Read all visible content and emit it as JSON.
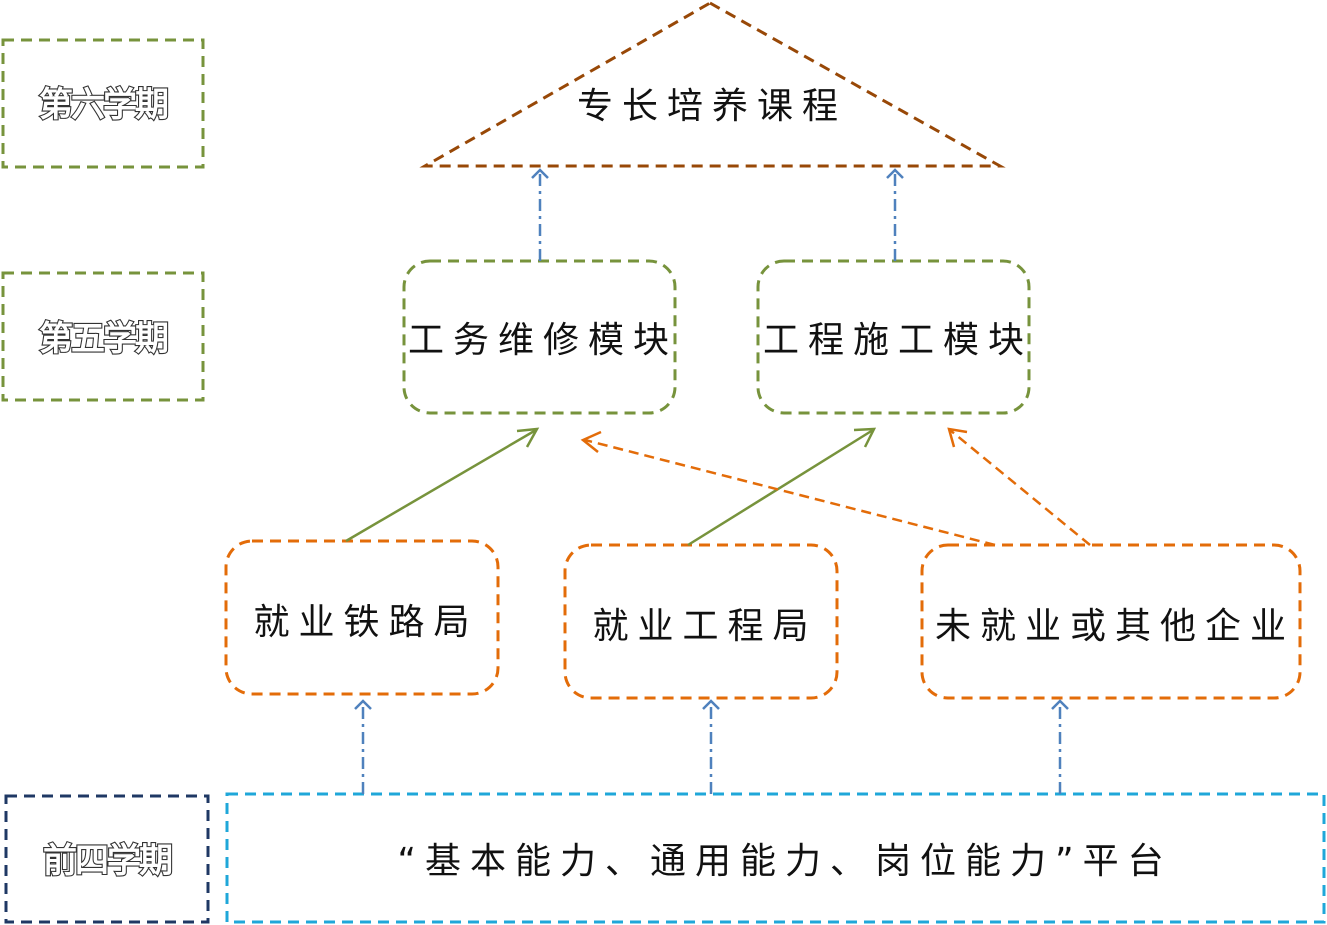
{
  "semesters": {
    "sixth": "第六学期",
    "fifth": "第五学期",
    "first_four": "前四学期"
  },
  "nodes": {
    "specialty_courses": "专长培养课程",
    "maintenance_module": "工务维修模块",
    "construction_module": "工程施工模块",
    "railway_bureau": "就业铁路局",
    "engineering_bureau": "就业工程局",
    "other_enterprise": "未就业或其他企业",
    "platform": "“基本能力、通用能力、岗位能力”平台"
  },
  "colors": {
    "semester_green": "#77933c",
    "semester_navy": "#1f3864",
    "roof_brown": "#984807",
    "module_green": "#77933c",
    "employment_orange": "#e36c09",
    "platform_cyan": "#1fa7d9",
    "dashdot_blue": "#4f81bd",
    "solid_green": "#77933c"
  }
}
